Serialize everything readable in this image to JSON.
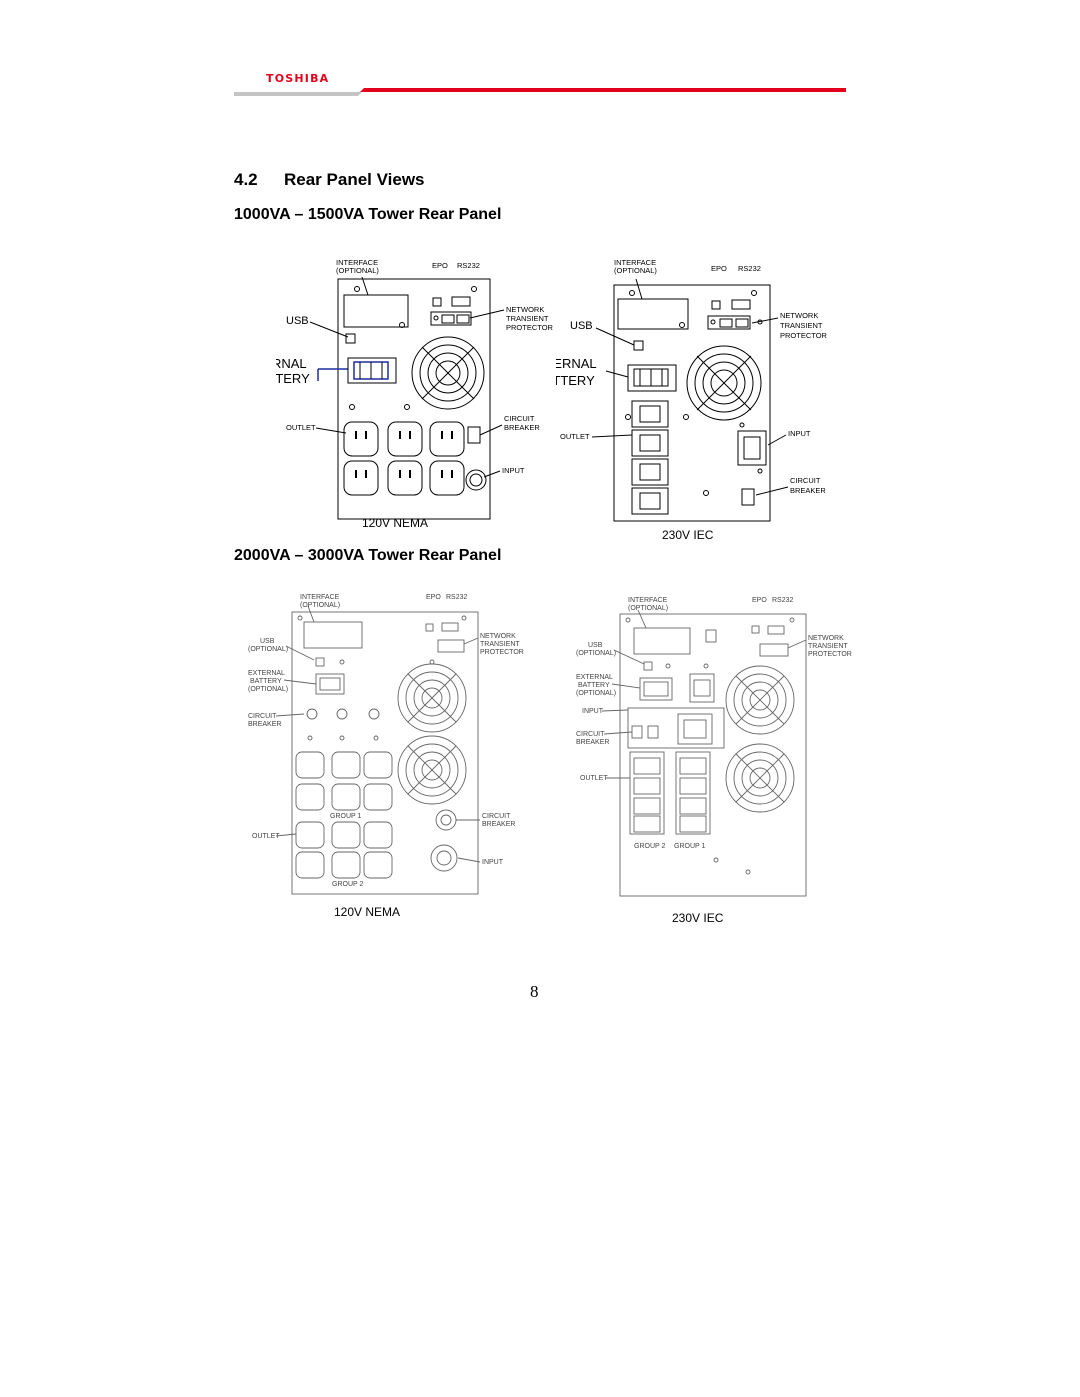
{
  "header": {
    "brand": "TOSHIBA",
    "brand_color": "#e2001a",
    "rule_color_left": "#b8b8b8",
    "rule_color_right": "#e2001a"
  },
  "section": {
    "number": "4.2",
    "title": "Rear Panel Views"
  },
  "panel_small": {
    "heading": "1000VA – 1500VA Tower Rear Panel",
    "nema": {
      "labels": {
        "interface": "INTERFACE",
        "optional": "(OPTIONAL)",
        "epo": "EPO",
        "rs232": "RS232",
        "usb": "USB",
        "network": "NETWORK",
        "transient": "TRANSIENT",
        "protector": "PROTECTOR",
        "external": "EXTERNAL",
        "battery": "BATTERY",
        "outlet": "OUTLET",
        "circuit": "CIRCUIT",
        "breaker": "BREAKER",
        "input": "INPUT"
      },
      "caption": "120V NEMA"
    },
    "iec": {
      "labels": {
        "interface": "INTERFACE",
        "optional": "(OPTIONAL)",
        "epo": "EPO",
        "rs232": "RS232",
        "usb": "USB",
        "network": "NETWORK",
        "transient": "TRANSIENT",
        "protector": "PROTECTOR",
        "external": "EXTERNAL",
        "battery": "BATTERY",
        "outlet": "OUTLET",
        "input": "INPUT",
        "circuit": "CIRCUIT",
        "breaker": "BREAKER"
      },
      "caption": "230V IEC"
    }
  },
  "panel_large": {
    "heading": "2000VA – 3000VA Tower Rear Panel",
    "nema": {
      "labels": {
        "interface": "INTERFACE",
        "optional": "(OPTIONAL)",
        "epo": "EPO",
        "rs232": "RS232",
        "usb": "USB",
        "usb_optional": "(OPTIONAL)",
        "network": "NETWORK",
        "transient": "TRANSIENT",
        "protector": "PROTECTOR",
        "external": "EXTERNAL",
        "battery": "BATTERY",
        "battery_optional": "(OPTIONAL)",
        "circuit": "CIRCUIT",
        "breaker": "BREAKER",
        "circuit2": "CIRCUIT",
        "breaker2": "BREAKER",
        "outlet": "OUTLET",
        "input": "INPUT",
        "group1": "GROUP 1",
        "group2": "GROUP 2"
      },
      "caption": "120V NEMA"
    },
    "iec": {
      "labels": {
        "interface": "INTERFACE",
        "optional": "(OPTIONAL)",
        "epo": "EPO",
        "rs232": "RS232",
        "usb": "USB",
        "usb_optional": "(OPTIONAL)",
        "network": "NETWORK",
        "transient": "TRANSIENT",
        "protector": "PROTECTOR",
        "external": "EXTERNAL",
        "battery": "BATTERY",
        "battery_optional": "(OPTIONAL)",
        "input": "INPUT",
        "circuit": "CIRCUIT",
        "breaker": "BREAKER",
        "outlet": "OUTLET",
        "group2": "GROUP 2",
        "group1": "GROUP 1"
      },
      "caption": "230V IEC"
    }
  },
  "footer": {
    "page_number": "8"
  }
}
